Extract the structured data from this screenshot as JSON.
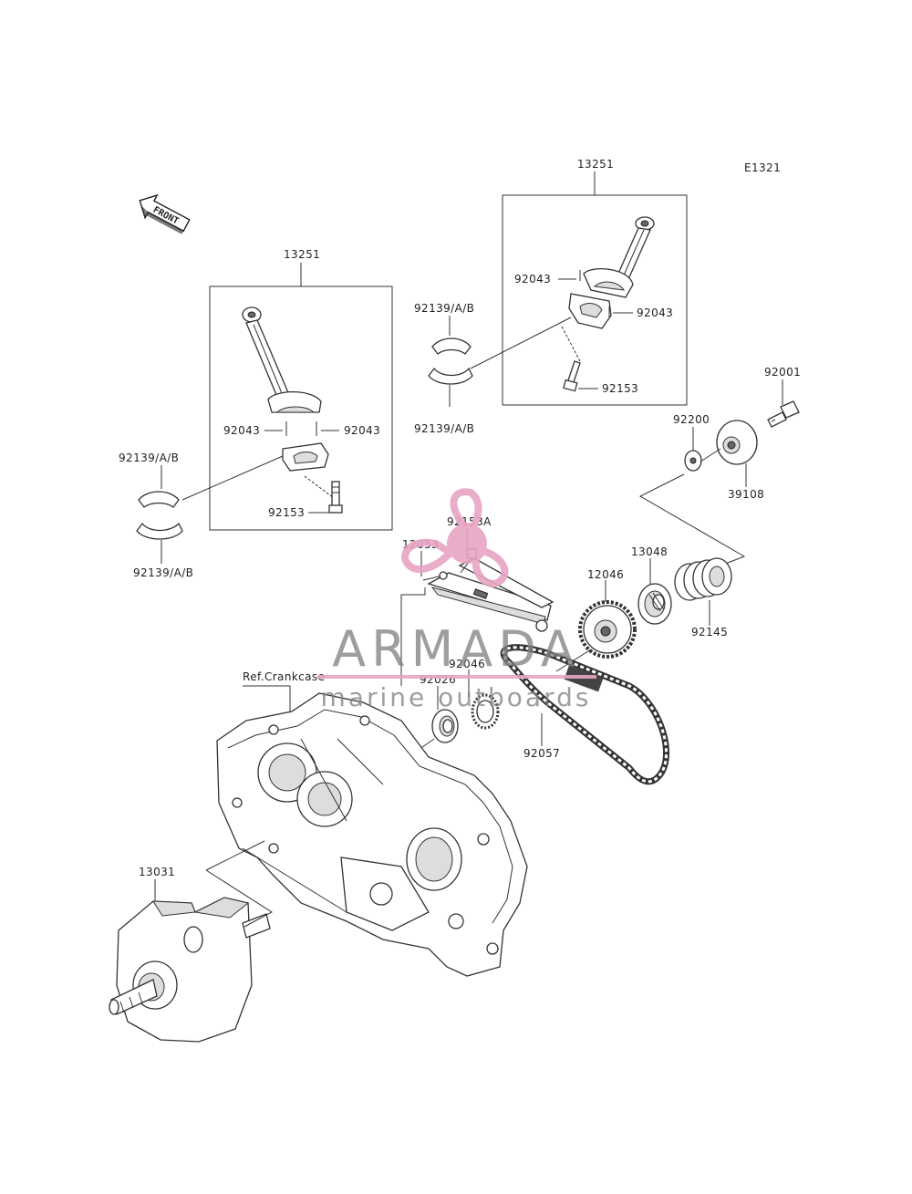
{
  "diagram_code": "E1321",
  "front_arrow": {
    "text": "FRONT"
  },
  "ref_label": "Ref.Crankcase",
  "parts": {
    "rod_assembly_left": "13251",
    "rod_assembly_right": "13251",
    "bearing_left_top": "92139/A/B",
    "bearing_left_bottom": "92139/A/B",
    "bearing_right_top": "92139/A/B",
    "bearing_right_bottom": "92139/A/B",
    "pin_left_a": "92043",
    "pin_left_b": "92043",
    "pin_right_a": "92043",
    "pin_right_b": "92043",
    "bolt_left": "92153",
    "bolt_right": "92153",
    "bolt_92001": "92001",
    "washer_92200": "92200",
    "plate_39108": "39108",
    "spring_92145": "92145",
    "coupling_13048": "13048",
    "gear_12046": "12046",
    "tensioner_12053": "12053",
    "bolt_92153A": "92153A",
    "bearing_92046": "92046",
    "seal_92026": "92026",
    "chain_92057": "92057",
    "crankshaft_13031": "13031"
  },
  "watermark": {
    "brand": "ARMADA",
    "tagline": "marine outboards",
    "brand_color": "#e8a5c4"
  }
}
